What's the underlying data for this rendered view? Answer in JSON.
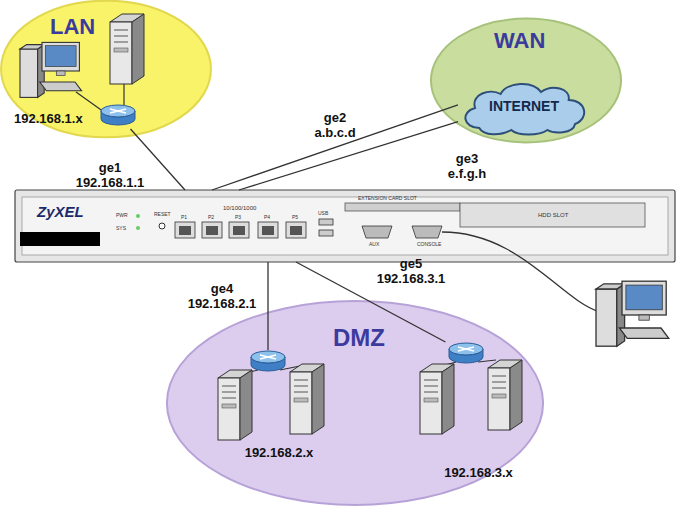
{
  "diagram": {
    "nodes": [
      {
        "text": [
          "LAN"
        ]
      },
      {
        "text": [
          "192.168.1.x"
        ],
        "in": 0
      },
      {
        "text": [
          "WAN"
        ]
      },
      {
        "text": [
          "INTERNET"
        ],
        "in": 2
      },
      {
        "text": [
          "ZyXEL"
        ]
      },
      {
        "text": [
          "DMZ"
        ]
      },
      {
        "text": [
          "192.168.2.x"
        ],
        "in": 5
      },
      {
        "text": [
          "192.168.3.x"
        ],
        "in": 5
      }
    ],
    "edges": [
      {
        "from": 4,
        "to": 1,
        "arrow": "none",
        "label": "ge1 192.168.1.1"
      },
      {
        "from": 4,
        "to": 3,
        "arrow": "none",
        "label": "ge2 a.b.c.d"
      },
      {
        "from": 4,
        "to": 3,
        "arrow": "none",
        "label": "ge3 e.f.g.h"
      },
      {
        "from": 4,
        "to": 6,
        "arrow": "none",
        "label": "ge4 192.168.2.1"
      },
      {
        "from": 4,
        "to": 7,
        "arrow": "none",
        "label": "ge5 192.168.3.1"
      }
    ],
    "labels": [
      "PWR",
      "SYS",
      "RESET",
      "10/100/1000",
      "P1",
      "P2",
      "P3",
      "P4",
      "P5",
      "USB",
      "EXTENSION CARD SLOT",
      "AUX",
      "CONSOLE",
      "HDD SLOT"
    ]
  }
}
